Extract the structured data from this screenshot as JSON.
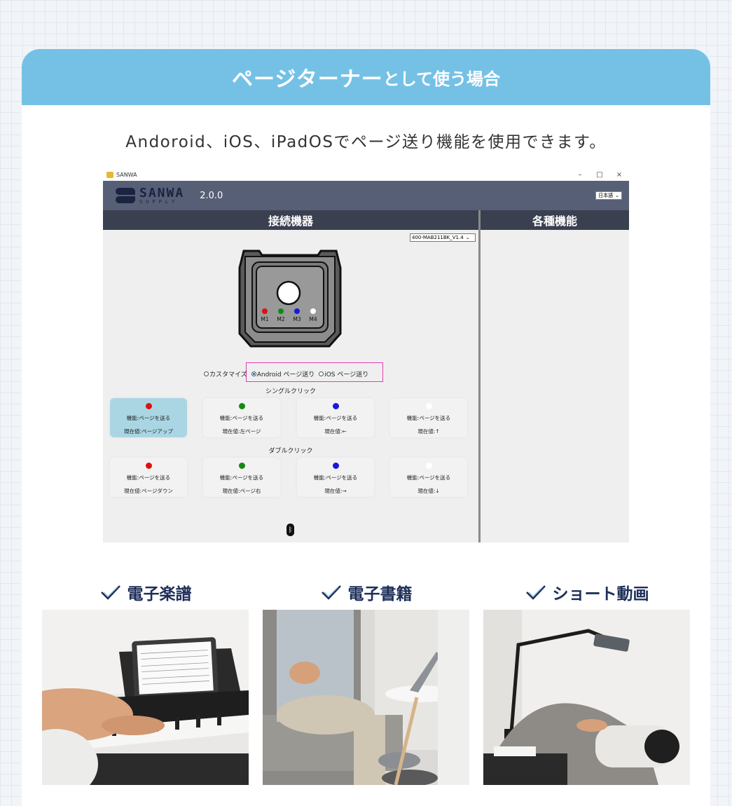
{
  "banner": {
    "title_big": "ページターナー",
    "title_small": "として使う場合"
  },
  "subtitle": "Andoroid、iOS、iPadOSでページ送り機能を使用できます。",
  "app": {
    "window_title": "SANWA",
    "window_controls": [
      "–",
      "□",
      "×"
    ],
    "brand_name": "SANWA",
    "brand_sub": "SUPPLY",
    "version": "2.0.0",
    "language": "日本語",
    "left_header": "接続機器",
    "right_header": "各種機能",
    "model": "400-MAB211BK_V1.4",
    "device_labels": [
      "M1",
      "M2",
      "M3",
      "M4"
    ],
    "modes": [
      {
        "label": "カスタマイズ",
        "selected": false
      },
      {
        "label": "Android ページ送り",
        "selected": true
      },
      {
        "label": "iOS ページ送り",
        "selected": false
      }
    ],
    "single_click_label": "シングルクリック",
    "double_click_label": "ダブルクリック",
    "single_click": [
      {
        "color": "#e01010",
        "func": "機能:ページを送る",
        "value": "現在値:ページアップ"
      },
      {
        "color": "#128a12",
        "func": "機能:ページを送る",
        "value": "現在値:左ページ"
      },
      {
        "color": "#1818e0",
        "func": "機能:ページを送る",
        "value": "現在値:←"
      },
      {
        "color": "#ffffff",
        "func": "機能:ページを送る",
        "value": "現在値:↑"
      }
    ],
    "double_click": [
      {
        "color": "#e01010",
        "func": "機能:ページを送る",
        "value": "現在値:ページダウン"
      },
      {
        "color": "#128a12",
        "func": "機能:ページを送る",
        "value": "現在値:ページ右"
      },
      {
        "color": "#1818e0",
        "func": "機能:ページを送る",
        "value": "現在値:→"
      },
      {
        "color": "#ffffff",
        "func": "機能:ページを送る",
        "value": "現在値:↓"
      }
    ],
    "bluetooth_icon": "bluetooth-icon"
  },
  "features": [
    {
      "label": "電子楽譜",
      "icon": "check-icon"
    },
    {
      "label": "電子書籍",
      "icon": "check-icon"
    },
    {
      "label": "ショート動画",
      "icon": "check-icon"
    }
  ],
  "colors": {
    "banner": "#75c1e6",
    "header": "#565f75",
    "column_header": "#3b4050",
    "feature_text": "#1d2e58"
  }
}
